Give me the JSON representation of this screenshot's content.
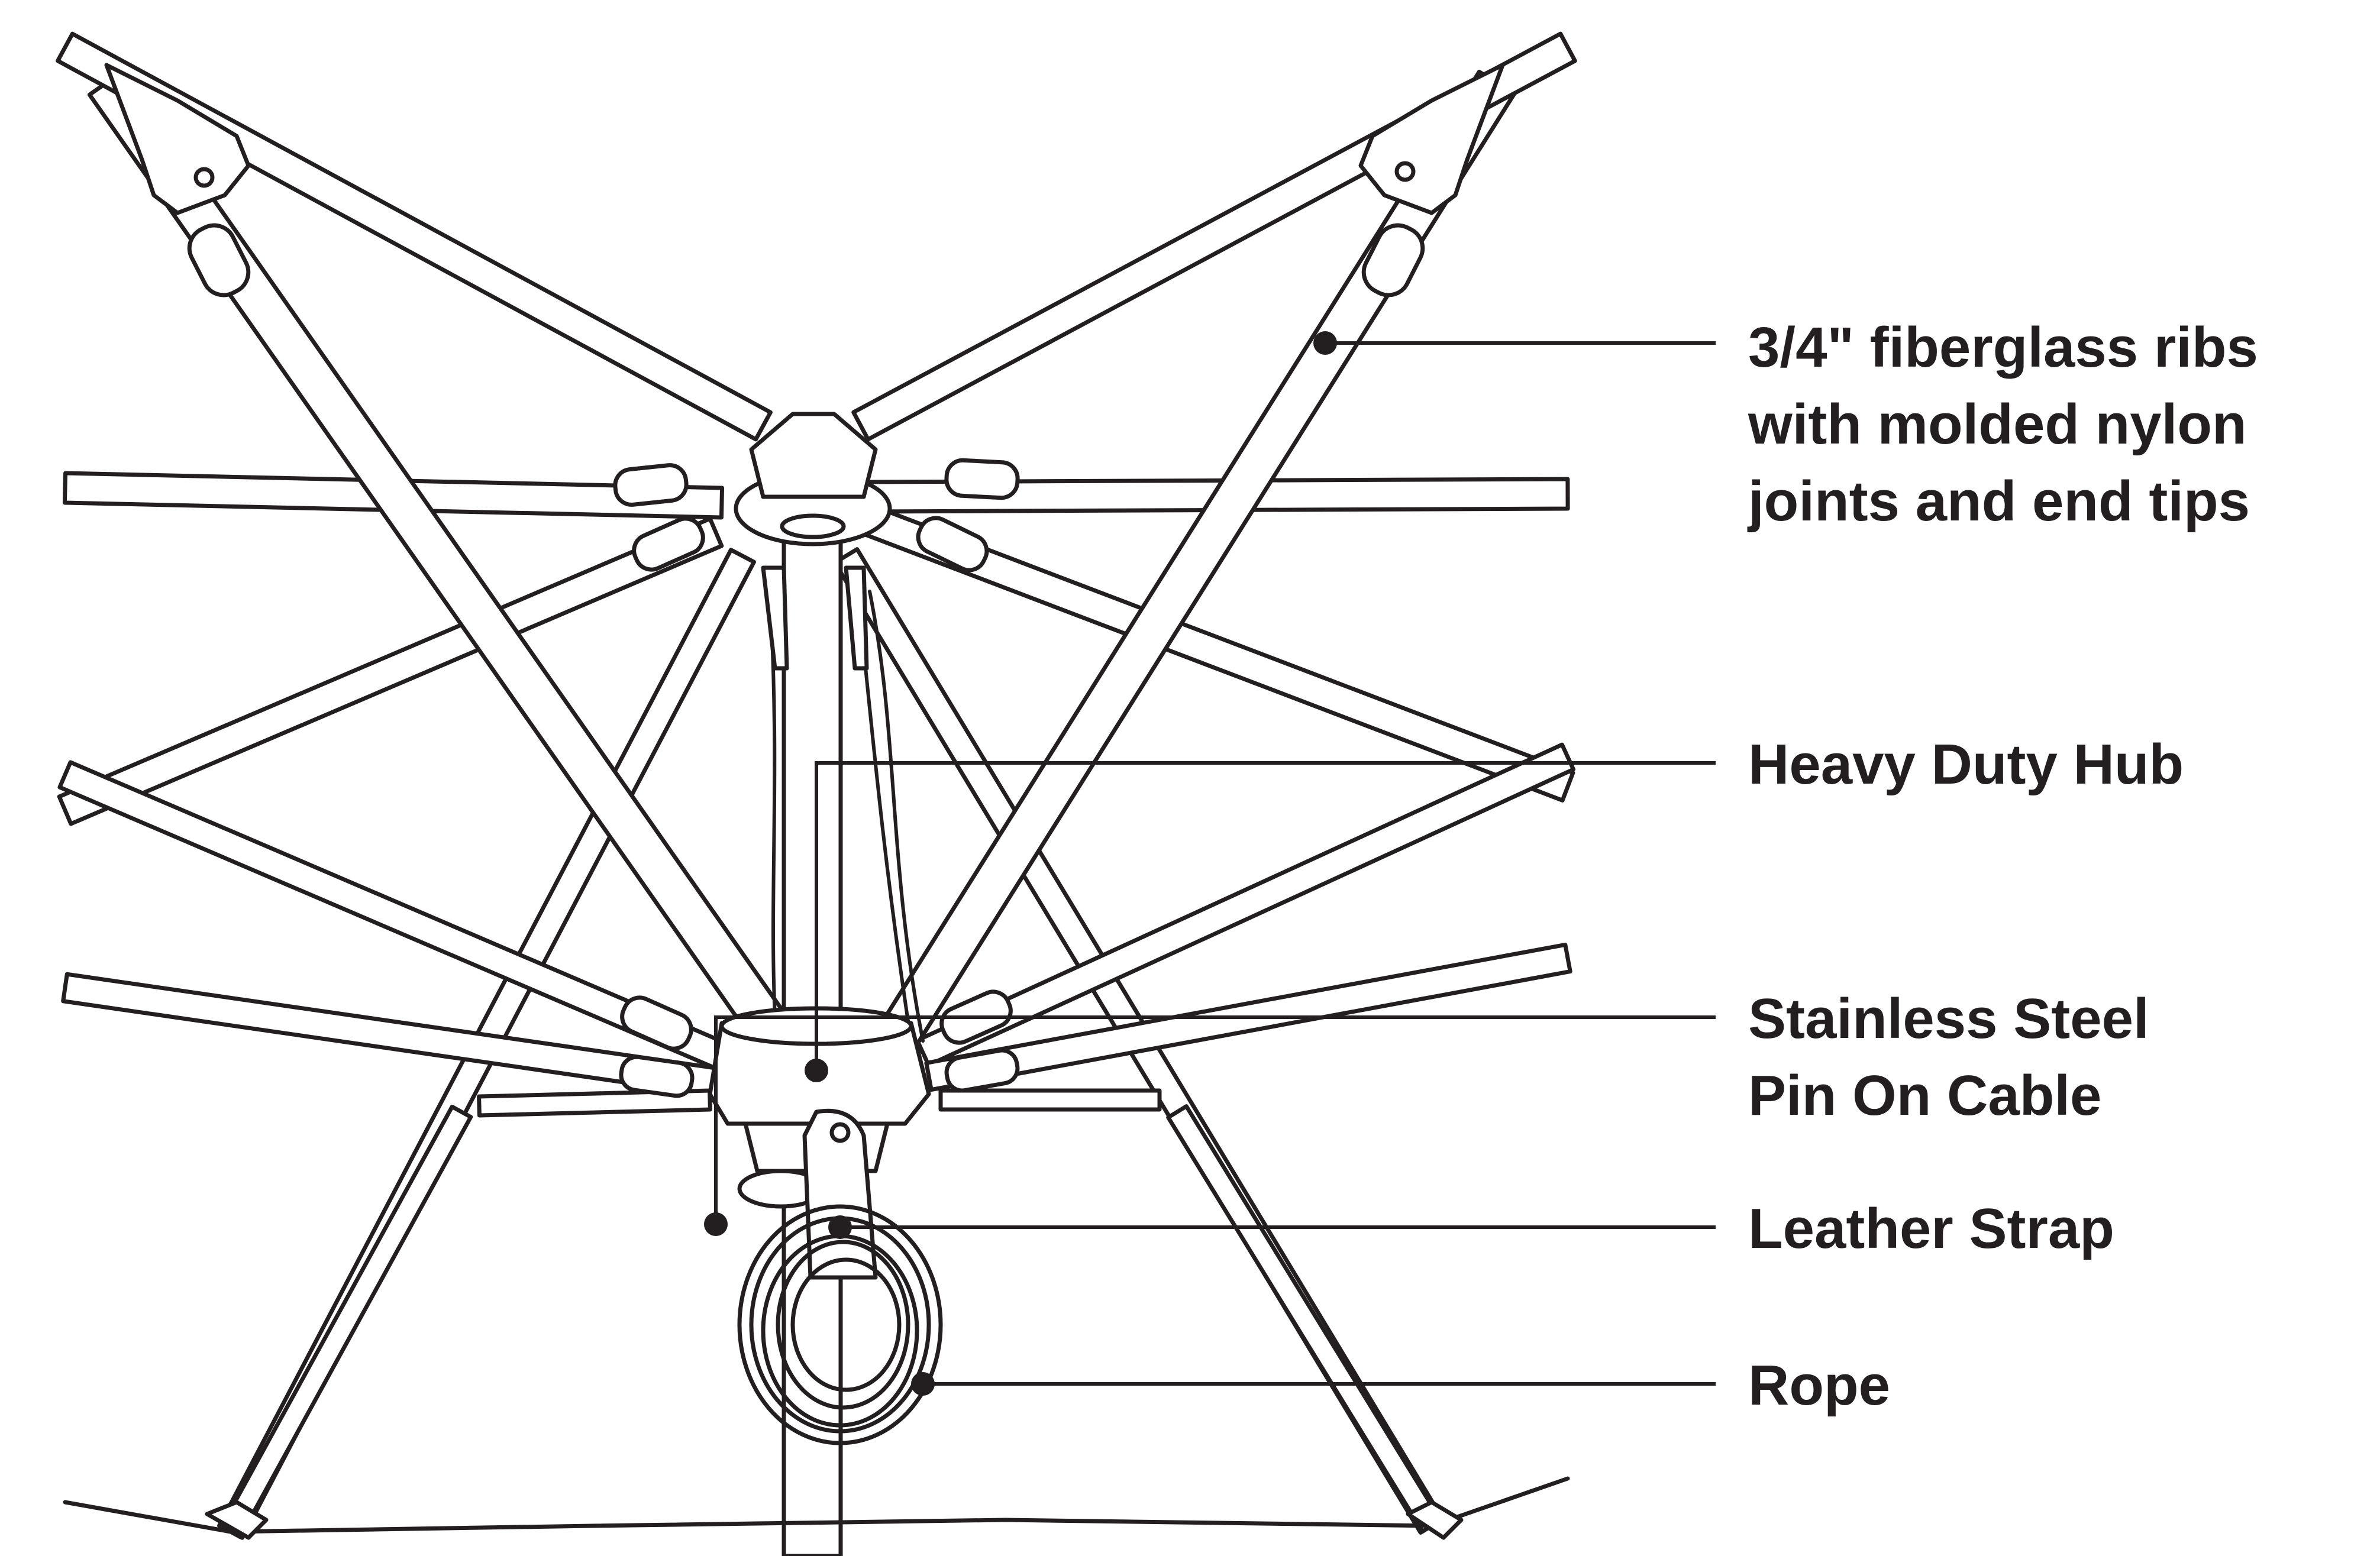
{
  "colors": {
    "line": "#231f20",
    "fill": "#ffffff"
  },
  "callouts": [
    {
      "id": "ribs",
      "lines": [
        "3/4\" fiberglass ribs",
        "with molded nylon",
        "joints and end tips"
      ]
    },
    {
      "id": "hub",
      "lines": [
        "Heavy Duty Hub"
      ]
    },
    {
      "id": "pin",
      "lines": [
        "Stainless Steel",
        "Pin On Cable"
      ]
    },
    {
      "id": "strap",
      "lines": [
        "Leather Strap"
      ]
    },
    {
      "id": "rope",
      "lines": [
        "Rope"
      ]
    }
  ]
}
